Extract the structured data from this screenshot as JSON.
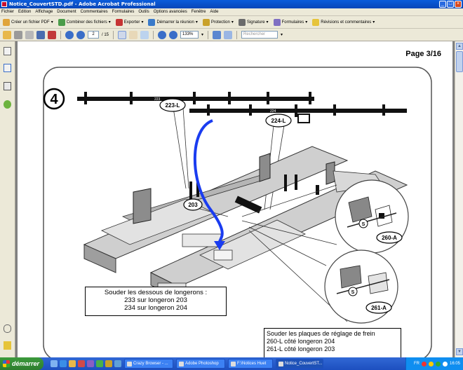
{
  "window": {
    "title": "Notice_CouvertSTD.pdf - Adobe Acrobat Professional"
  },
  "menu": [
    "Fichier",
    "Edition",
    "Affichage",
    "Document",
    "Commentaires",
    "Formulaires",
    "Outils",
    "Options avancées",
    "Fenêtre",
    "Aide"
  ],
  "toolbar1": {
    "create_pdf": "Créer un fichier PDF",
    "combine": "Combiner des fichiers",
    "export": "Exporter",
    "review": "Démarrer la réunion",
    "protection": "Protection",
    "signature": "Signature",
    "forms": "Formulaires",
    "comments": "Révisions et commentaires"
  },
  "toolbar2": {
    "current_page": "2",
    "page_total": "/ 15",
    "zoom": "133%",
    "search_placeholder": "Rechercher"
  },
  "document": {
    "page_label": "Page 3/16",
    "step_number": "4",
    "labels": {
      "l223": "223-L",
      "l224": "224-L",
      "l203": "203",
      "l260": "260-A",
      "l261": "261-A",
      "s": "S",
      "small223": "223",
      "small224": "224"
    },
    "callout1": {
      "line1": "Souder les dessous de longerons :",
      "line2": "233 sur longeron 203",
      "line3": "234 sur longeron 204"
    },
    "callout2": {
      "line1": "Souder les plaques de réglage de frein",
      "line2": "260-L côté longeron 204",
      "line3": "261-L côté longeron 203"
    },
    "arrow_color": "#1a3cf0"
  },
  "taskbar": {
    "start": "démarrer",
    "tasks": [
      "Crazy Browser - ...",
      "Adobe Photoshop",
      "F:\\Notices Huet",
      "Notice_CouvertST..."
    ],
    "lang": "FR",
    "time": "16:05"
  }
}
